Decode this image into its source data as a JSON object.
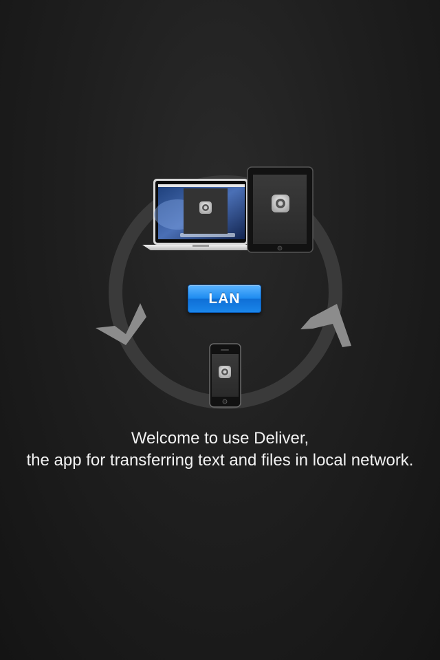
{
  "app": {
    "name": "Deliver"
  },
  "lan_button": {
    "label": "LAN"
  },
  "welcome": {
    "line1": "Welcome to use Deliver,",
    "line2": "the app for transferring text and files in local network."
  },
  "colors": {
    "background": "#1c1c1c",
    "ring": "#3a3a3a",
    "arrow": "#8a8a8a",
    "accent_blue": "#1f8cf0",
    "text": "#f2f2f2"
  },
  "icons": [
    "laptop-device",
    "tablet-device",
    "phone-device",
    "sync-arrow-left",
    "sync-arrow-right",
    "app-logo-icon"
  ]
}
